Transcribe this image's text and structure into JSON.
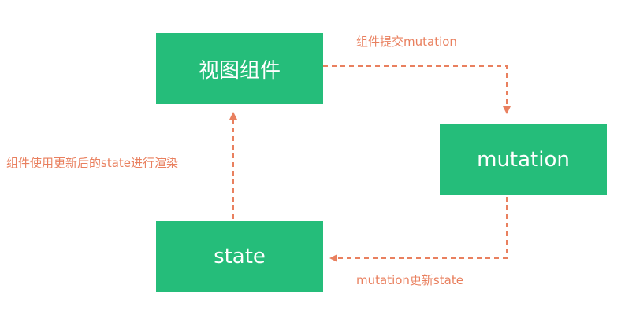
{
  "colors": {
    "node_fill": "#25BD7A",
    "node_text": "#FFFFFF",
    "arrow": "#E9805F",
    "label": "#E9805F"
  },
  "nodes": {
    "view": "视图组件",
    "mutation": "mutation",
    "state": "state"
  },
  "edges": {
    "view_to_mutation": "组件提交mutation",
    "mutation_to_state": "mutation更新state",
    "state_to_view": "组件使用更新后的state进行渲染"
  }
}
